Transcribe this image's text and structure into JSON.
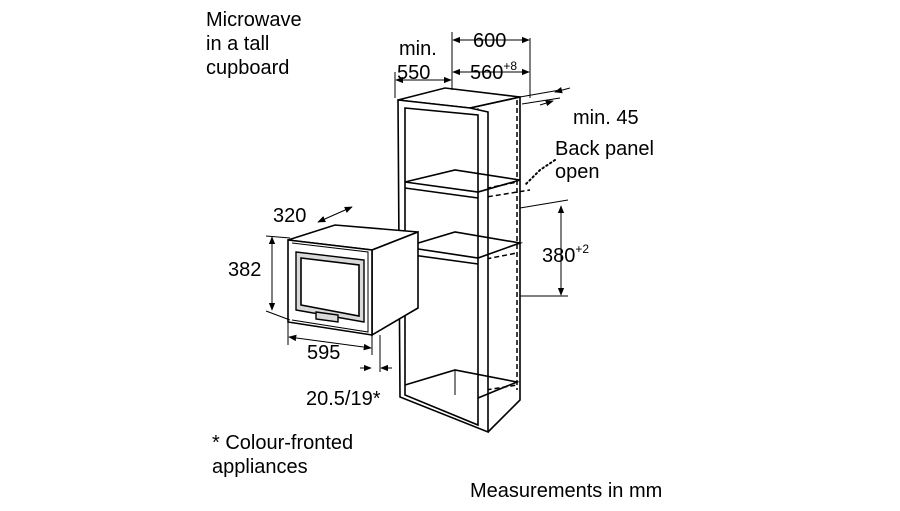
{
  "title": {
    "line1": "Microwave",
    "line2": "in a tall",
    "line3": "cupboard"
  },
  "dimensions": {
    "cupboard_depth_min_line1": "min.",
    "cupboard_depth_min_line2": "550",
    "cupboard_width_outer": "600",
    "cupboard_width_inner": "560",
    "cupboard_width_inner_tolerance": "+8",
    "back_gap": "min. 45",
    "back_panel_line1": "Back panel",
    "back_panel_line2": "open",
    "niche_height": "380",
    "niche_height_tolerance": "+2",
    "appliance_depth": "320",
    "appliance_height": "382",
    "appliance_width": "595",
    "front_thickness": "20.5/19*"
  },
  "footnote": {
    "line1": "* Colour-fronted",
    "line2": "appliances"
  },
  "units_note": "Measurements in mm"
}
